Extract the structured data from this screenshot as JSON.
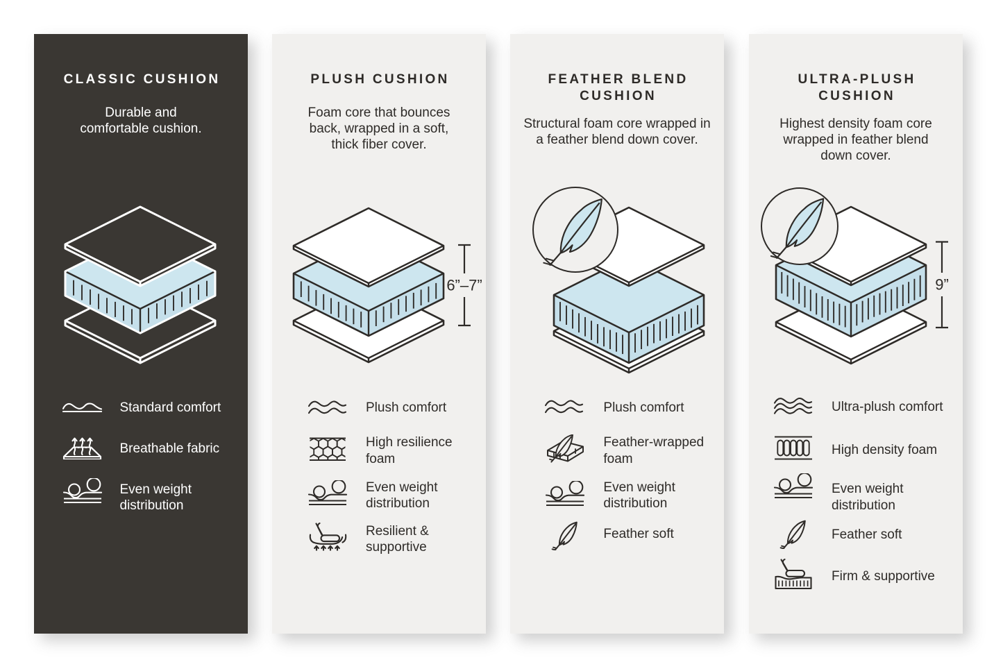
{
  "colors": {
    "page_bg": "#ffffff",
    "dark_panel_bg": "#3a3733",
    "light_panel_bg": "#f1f0ee",
    "ink": "#2e2b28",
    "foam_blue": "#cde6ef",
    "white": "#ffffff"
  },
  "panels": [
    {
      "id": "classic-cushion",
      "theme": "dark",
      "title_lines": [
        "CLASSIC CUSHION"
      ],
      "description_lines": [
        "Durable and",
        "comfortable cushion."
      ],
      "illustration": "layered cushion diagram",
      "features": [
        {
          "icon": "wave-underline-icon",
          "label_lines": [
            "Standard comfort"
          ]
        },
        {
          "icon": "breathable-icon",
          "label_lines": [
            "Breathable fabric"
          ]
        },
        {
          "icon": "even-weight-icon",
          "label_lines": [
            "Even weight",
            "distribution"
          ]
        }
      ]
    },
    {
      "id": "plush-cushion",
      "theme": "light",
      "title_lines": [
        "PLUSH CUSHION"
      ],
      "description_lines": [
        "Foam core that bounces",
        "back, wrapped in a soft,",
        "thick fiber cover."
      ],
      "illustration": "layered cushion diagram with height marker",
      "dimension_label": "6”–7”",
      "features": [
        {
          "icon": "waves-2-icon",
          "label_lines": [
            "Plush comfort"
          ]
        },
        {
          "icon": "honeycomb-icon",
          "label_lines": [
            "High resilience",
            "foam"
          ]
        },
        {
          "icon": "even-weight-icon",
          "label_lines": [
            "Even weight",
            "distribution"
          ]
        },
        {
          "icon": "resilient-icon",
          "label_lines": [
            "Resilient &",
            "supportive"
          ]
        }
      ]
    },
    {
      "id": "feather-blend-cushion",
      "theme": "light",
      "title_lines": [
        "FEATHER BLEND",
        "CUSHION"
      ],
      "description_lines": [
        "Structural foam core wrapped in",
        "a feather blend down cover."
      ],
      "illustration": "layered cushion diagram with feather badge",
      "features": [
        {
          "icon": "waves-2-icon",
          "label_lines": [
            "Plush comfort"
          ]
        },
        {
          "icon": "feather-foam-icon",
          "label_lines": [
            "Feather-wrapped",
            "foam"
          ]
        },
        {
          "icon": "even-weight-icon",
          "label_lines": [
            "Even weight",
            "distribution"
          ]
        },
        {
          "icon": "feather-icon",
          "label_lines": [
            "Feather soft"
          ]
        }
      ]
    },
    {
      "id": "ultra-plush-cushion",
      "theme": "light",
      "title_lines": [
        "ULTRA-PLUSH",
        "CUSHION"
      ],
      "description_lines": [
        "Highest density foam core",
        "wrapped in feather blend",
        "down cover."
      ],
      "illustration": "layered cushion diagram with feather badge and height marker",
      "dimension_label": "9”",
      "features": [
        {
          "icon": "waves-3-icon",
          "label_lines": [
            "Ultra-plush comfort"
          ]
        },
        {
          "icon": "capsule-foam-icon",
          "label_lines": [
            "High density foam"
          ]
        },
        {
          "icon": "even-weight-icon",
          "label_lines": [
            "Even weight",
            "distribution"
          ]
        },
        {
          "icon": "feather-icon",
          "label_lines": [
            "Feather soft"
          ]
        },
        {
          "icon": "firm-icon",
          "label_lines": [
            "Firm & supportive"
          ]
        }
      ]
    }
  ]
}
